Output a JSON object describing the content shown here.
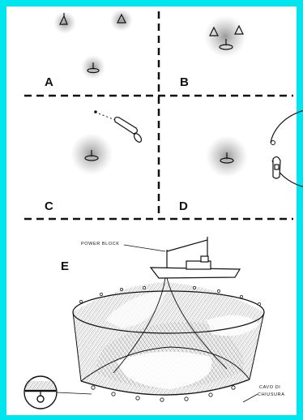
{
  "panels": {
    "a": {
      "label": "A"
    },
    "b": {
      "label": "B"
    },
    "c": {
      "label": "C"
    },
    "d": {
      "label": "D"
    },
    "e": {
      "label": "E"
    }
  },
  "annotations": {
    "power_block": "POWER  BLOCK",
    "cavo_line1": "CAVO  DI",
    "cavo_line2": "CHIUSURA"
  },
  "colors": {
    "frame": "#00e5ee",
    "paper": "#ffffff",
    "ink": "#111111",
    "net": "#555555"
  }
}
